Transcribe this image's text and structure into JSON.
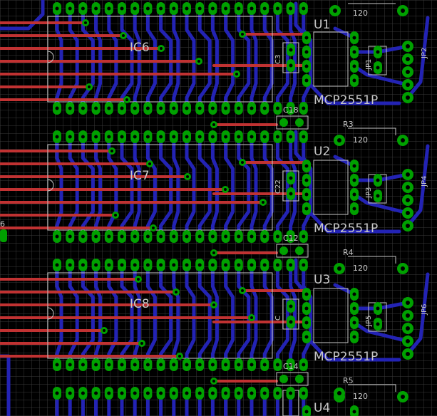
{
  "colors": {
    "background": "#000000",
    "grid": "#3a3a3a",
    "bottom_trace": "#2323b4",
    "top_trace": "#c03232",
    "pad": "#00a000",
    "silkscreen": "#c8c8c8",
    "via_ring": "#00a000"
  },
  "ics": [
    {
      "name": "IC6"
    },
    {
      "name": "IC7"
    },
    {
      "name": "IC8"
    }
  ],
  "transceivers": [
    {
      "name": "U1",
      "part": "MCP2551P",
      "cap": "C3",
      "cap_bottom": "C18",
      "resistor": "R3",
      "resistor_value": "120",
      "jumper": "JP2",
      "jumper_small": "JP1"
    },
    {
      "name": "U2",
      "part": "MCP2551P",
      "cap": "C22",
      "cap_bottom": "C12",
      "resistor": "R4",
      "resistor_value": "120",
      "jumper": "JP4",
      "jumper_small": "JP3"
    },
    {
      "name": "U3",
      "part": "MCP2551P",
      "cap": "C",
      "cap_bottom": "C14",
      "resistor": "R5",
      "resistor_value": "120",
      "jumper": "JP6",
      "jumper_small": "JP5"
    }
  ],
  "top_resistor_value": "120",
  "u4": {
    "name": "U4"
  },
  "edge_label": "6"
}
